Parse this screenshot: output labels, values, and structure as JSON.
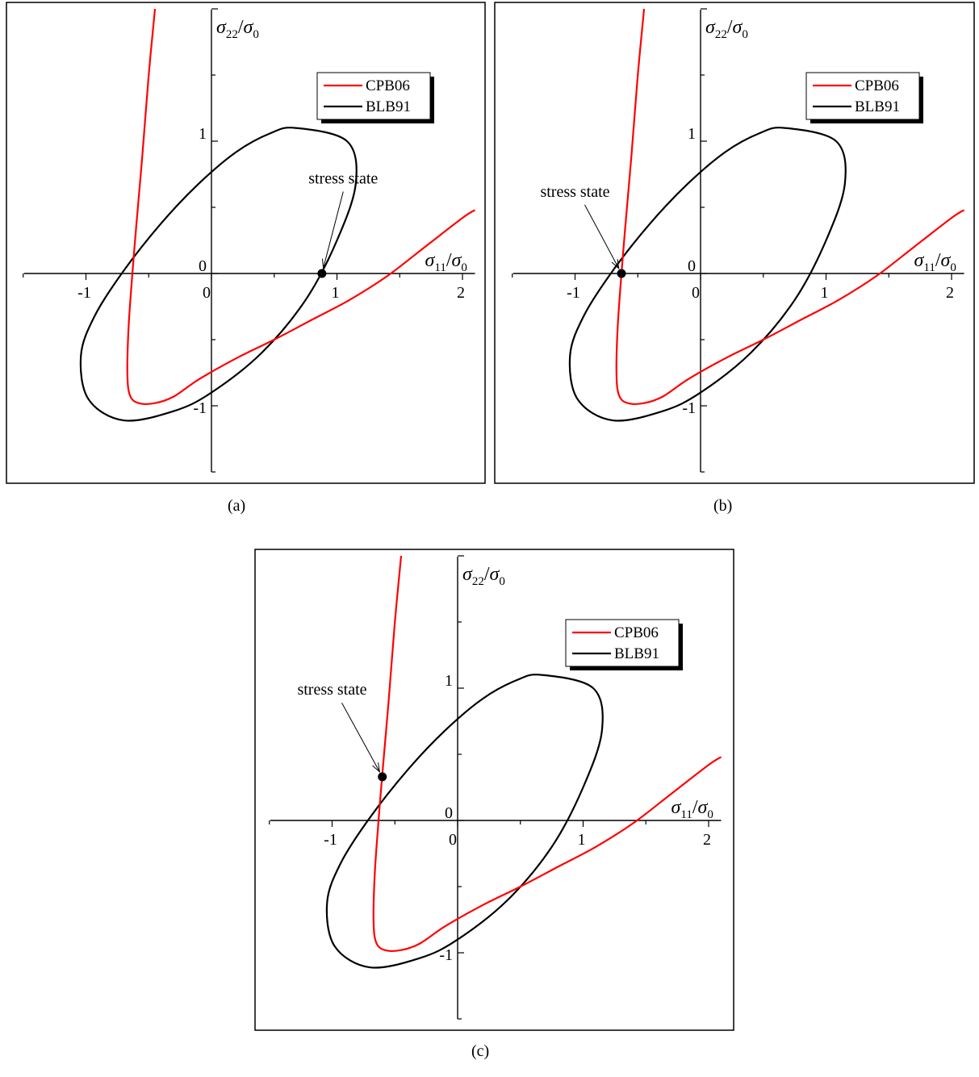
{
  "chart_data": [
    {
      "panel": "a",
      "type": "line",
      "caption": "(a)",
      "xlabel": {
        "main": "σ",
        "sub1": "11",
        "slash": "/",
        "main2": "σ",
        "sub2": "0"
      },
      "ylabel": {
        "main": "σ",
        "sub1": "22",
        "slash": "/",
        "main2": "σ",
        "sub2": "0"
      },
      "xlim": [
        -1.5,
        2.1
      ],
      "ylim": [
        -1.5,
        2.0
      ],
      "x_ticks": [
        {
          "v": -1,
          "label": "-1"
        },
        {
          "v": 0,
          "label": "0"
        },
        {
          "v": 1,
          "label": "1"
        },
        {
          "v": 2,
          "label": "2"
        }
      ],
      "y_ticks": [
        {
          "v": -1,
          "label": "-1"
        },
        {
          "v": 0,
          "label": "0"
        },
        {
          "v": 1,
          "label": "1"
        }
      ],
      "legend": {
        "position": "top-right",
        "entries": [
          {
            "name": "CPB06",
            "color": "#ff0000"
          },
          {
            "name": "BLB91",
            "color": "#000000"
          }
        ]
      },
      "series": [
        {
          "name": "BLB91",
          "color": "#000000",
          "x": [
            0.67,
            0.47,
            0.2,
            -0.1,
            -0.4,
            -0.7,
            -0.93,
            -1.04,
            -0.98,
            -0.7,
            -0.3,
            0.0,
            0.4,
            0.75,
            1.0,
            1.15,
            1.08,
            0.67
          ],
          "y": [
            1.1,
            1.06,
            0.92,
            0.68,
            0.38,
            0.02,
            -0.32,
            -0.62,
            -0.95,
            -1.11,
            -1.04,
            -0.9,
            -0.6,
            -0.2,
            0.25,
            0.68,
            1.0,
            1.1
          ]
        },
        {
          "name": "CPB06",
          "color": "#ff0000",
          "x": [
            -0.45,
            -0.5,
            -0.55,
            -0.6,
            -0.63,
            -0.66,
            -0.67,
            -0.65,
            -0.58,
            -0.45,
            -0.3,
            -0.1,
            0.2,
            0.5,
            0.8,
            1.1,
            1.4,
            1.7,
            2.0,
            2.1
          ],
          "y": [
            2.0,
            1.5,
            0.9,
            0.35,
            0.0,
            -0.4,
            -0.75,
            -0.92,
            -0.98,
            -0.98,
            -0.93,
            -0.8,
            -0.64,
            -0.5,
            -0.35,
            -0.2,
            -0.02,
            0.2,
            0.42,
            0.48
          ]
        }
      ],
      "annotations": [
        {
          "text": "stress state",
          "point": [
            0.88,
            0.0
          ],
          "text_at": [
            1.05,
            0.68
          ]
        }
      ]
    },
    {
      "panel": "b",
      "type": "line",
      "caption": "(b)",
      "xlabel": {
        "main": "σ",
        "sub1": "11",
        "slash": "/",
        "main2": "σ",
        "sub2": "0"
      },
      "ylabel": {
        "main": "σ",
        "sub1": "22",
        "slash": "/",
        "main2": "σ",
        "sub2": "0"
      },
      "xlim": [
        -1.5,
        2.1
      ],
      "ylim": [
        -1.5,
        2.0
      ],
      "x_ticks": [
        {
          "v": -1,
          "label": "-1"
        },
        {
          "v": 0,
          "label": "0"
        },
        {
          "v": 1,
          "label": "1"
        },
        {
          "v": 2,
          "label": "2"
        }
      ],
      "y_ticks": [
        {
          "v": -1,
          "label": "-1"
        },
        {
          "v": 0,
          "label": "0"
        },
        {
          "v": 1,
          "label": "1"
        }
      ],
      "legend": {
        "position": "top-right",
        "entries": [
          {
            "name": "CPB06",
            "color": "#ff0000"
          },
          {
            "name": "BLB91",
            "color": "#000000"
          }
        ]
      },
      "series": [
        {
          "name": "BLB91",
          "color": "#000000",
          "x": [
            0.67,
            0.47,
            0.2,
            -0.1,
            -0.4,
            -0.7,
            -0.93,
            -1.04,
            -0.98,
            -0.7,
            -0.3,
            0.0,
            0.4,
            0.75,
            1.0,
            1.15,
            1.08,
            0.67
          ],
          "y": [
            1.1,
            1.06,
            0.92,
            0.68,
            0.38,
            0.02,
            -0.32,
            -0.62,
            -0.95,
            -1.11,
            -1.04,
            -0.9,
            -0.6,
            -0.2,
            0.25,
            0.68,
            1.0,
            1.1
          ]
        },
        {
          "name": "CPB06",
          "color": "#ff0000",
          "x": [
            -0.45,
            -0.5,
            -0.55,
            -0.6,
            -0.63,
            -0.66,
            -0.67,
            -0.65,
            -0.58,
            -0.45,
            -0.3,
            -0.1,
            0.2,
            0.5,
            0.8,
            1.1,
            1.4,
            1.7,
            2.0,
            2.1
          ],
          "y": [
            2.0,
            1.5,
            0.9,
            0.35,
            0.0,
            -0.4,
            -0.75,
            -0.92,
            -0.98,
            -0.98,
            -0.93,
            -0.8,
            -0.64,
            -0.5,
            -0.35,
            -0.2,
            -0.02,
            0.2,
            0.42,
            0.48
          ]
        }
      ],
      "annotations": [
        {
          "text": "stress state",
          "point": [
            -0.63,
            0.0
          ],
          "text_at": [
            -1.0,
            0.58
          ]
        }
      ]
    },
    {
      "panel": "c",
      "type": "line",
      "caption": "(c)",
      "xlabel": {
        "main": "σ",
        "sub1": "11",
        "slash": "/",
        "main2": "σ",
        "sub2": "0"
      },
      "ylabel": {
        "main": "σ",
        "sub1": "22",
        "slash": "/",
        "main2": "σ",
        "sub2": "0"
      },
      "xlim": [
        -1.5,
        2.1
      ],
      "ylim": [
        -1.5,
        2.0
      ],
      "x_ticks": [
        {
          "v": -1,
          "label": "-1"
        },
        {
          "v": 0,
          "label": "0"
        },
        {
          "v": 1,
          "label": "1"
        },
        {
          "v": 2,
          "label": "2"
        }
      ],
      "y_ticks": [
        {
          "v": -1,
          "label": "-1"
        },
        {
          "v": 0,
          "label": "0"
        },
        {
          "v": 1,
          "label": "1"
        }
      ],
      "legend": {
        "position": "top-right",
        "entries": [
          {
            "name": "CPB06",
            "color": "#ff0000"
          },
          {
            "name": "BLB91",
            "color": "#000000"
          }
        ]
      },
      "series": [
        {
          "name": "BLB91",
          "color": "#000000",
          "x": [
            0.67,
            0.47,
            0.2,
            -0.1,
            -0.4,
            -0.7,
            -0.93,
            -1.04,
            -0.98,
            -0.7,
            -0.3,
            0.0,
            0.4,
            0.75,
            1.0,
            1.15,
            1.08,
            0.67
          ],
          "y": [
            1.1,
            1.06,
            0.92,
            0.68,
            0.38,
            0.02,
            -0.32,
            -0.62,
            -0.95,
            -1.11,
            -1.04,
            -0.9,
            -0.6,
            -0.2,
            0.25,
            0.68,
            1.0,
            1.1
          ]
        },
        {
          "name": "CPB06",
          "color": "#ff0000",
          "x": [
            -0.45,
            -0.5,
            -0.55,
            -0.6,
            -0.63,
            -0.66,
            -0.67,
            -0.65,
            -0.58,
            -0.45,
            -0.3,
            -0.1,
            0.2,
            0.5,
            0.8,
            1.1,
            1.4,
            1.7,
            2.0,
            2.1
          ],
          "y": [
            2.0,
            1.5,
            0.9,
            0.35,
            0.0,
            -0.4,
            -0.75,
            -0.92,
            -0.98,
            -0.98,
            -0.93,
            -0.8,
            -0.64,
            -0.5,
            -0.35,
            -0.2,
            -0.02,
            0.2,
            0.42,
            0.48
          ]
        }
      ],
      "annotations": [
        {
          "text": "stress state",
          "point": [
            -0.6,
            0.33
          ],
          "text_at": [
            -1.0,
            0.95
          ]
        }
      ]
    }
  ]
}
